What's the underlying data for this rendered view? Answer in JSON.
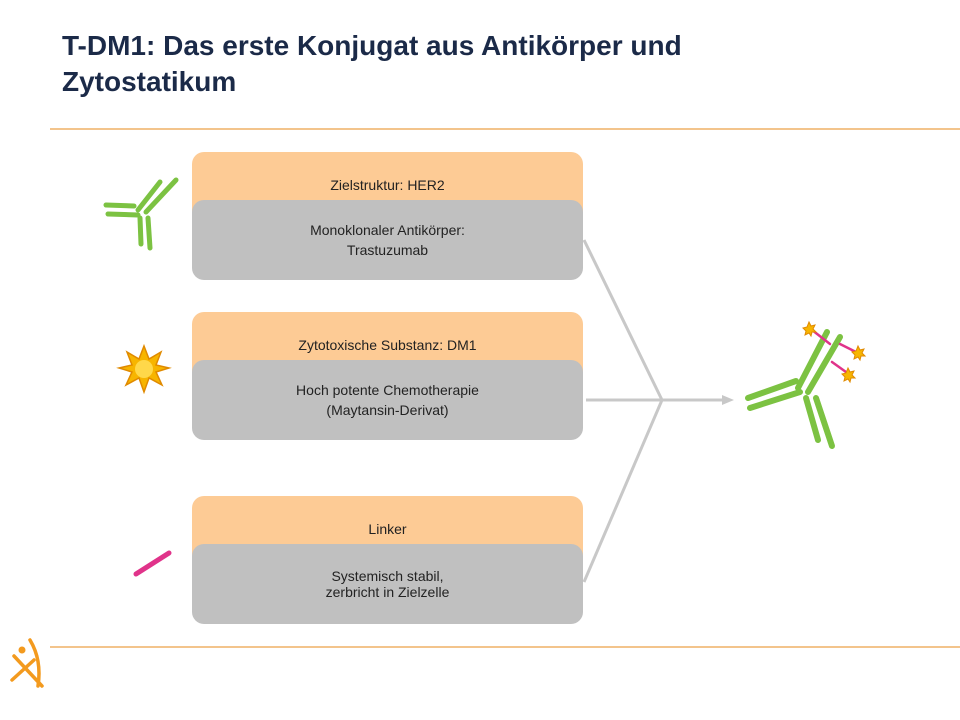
{
  "slide": {
    "title_line1": "T-DM1: Das erste Konjugat aus Antikörper und",
    "title_line2": "Zytostatikum"
  },
  "cards": [
    {
      "head": "Zielstruktur: HER2",
      "body_line1": "Monoklonaler Antikörper:",
      "body_line2": "Trastuzumab"
    },
    {
      "head": "Zytotoxische Substanz: DM1",
      "body_line1": "Hoch potente Chemotherapie",
      "body_line2": "(Maytansin-Derivat)"
    },
    {
      "head": "Linker",
      "body_line1": "Systemisch stabil,",
      "body_line2": "zerbricht in Zielzelle"
    }
  ],
  "colors": {
    "title": "#1b2a48",
    "card_head": "#fdcb95",
    "card_body": "#c0c0c0",
    "antibody": "#7cc242",
    "linker": "#e0338a",
    "toxin": "#f7b500",
    "connector": "#c8c8c8"
  },
  "icons": [
    "antibody-icon",
    "toxin-star-icon",
    "linker-icon",
    "conjugate-icon",
    "logo-icon"
  ]
}
